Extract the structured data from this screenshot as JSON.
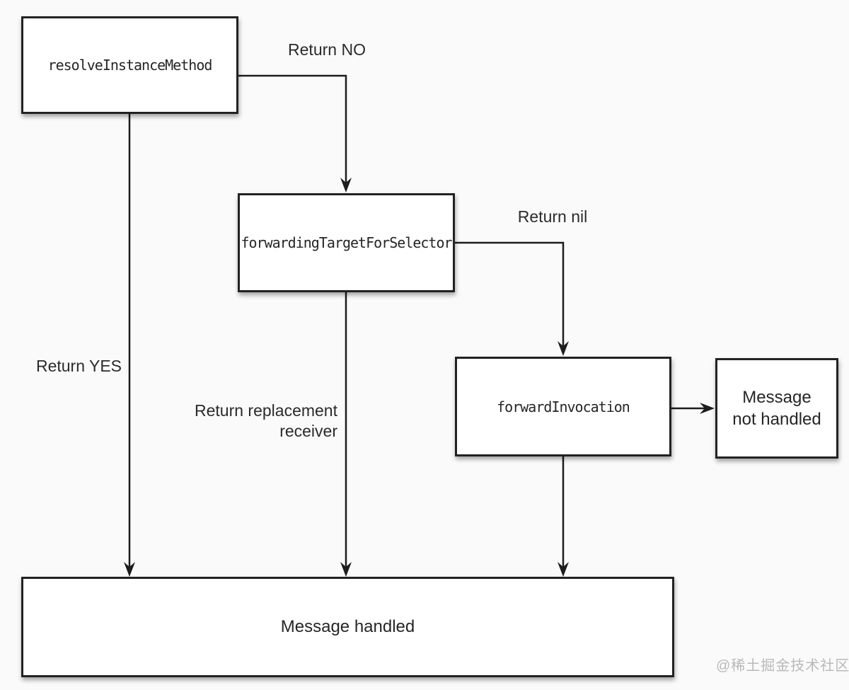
{
  "nodes": {
    "resolve_instance_method": {
      "label": "resolveInstanceMethod"
    },
    "forwarding_target_for_selector": {
      "label": "forwardingTargetForSelector"
    },
    "forward_invocation": {
      "label": "forwardInvocation"
    },
    "message_not_handled": {
      "line1": "Message",
      "line2": "not handled"
    },
    "message_handled": {
      "label": "Message handled"
    }
  },
  "edge_labels": {
    "return_no": "Return NO",
    "return_yes": "Return YES",
    "return_nil": "Return nil",
    "return_replacement": {
      "line1": "Return replacement",
      "line2": "receiver"
    }
  },
  "edges": [
    {
      "from": "resolveInstanceMethod",
      "label": "Return NO",
      "to": "forwardingTargetForSelector"
    },
    {
      "from": "resolveInstanceMethod",
      "label": "Return YES",
      "to": "Message handled"
    },
    {
      "from": "forwardingTargetForSelector",
      "label": "Return nil",
      "to": "forwardInvocation"
    },
    {
      "from": "forwardingTargetForSelector",
      "label": "Return replacement receiver",
      "to": "Message handled"
    },
    {
      "from": "forwardInvocation",
      "label": "",
      "to": "Message not handled"
    },
    {
      "from": "forwardInvocation",
      "label": "",
      "to": "Message handled"
    }
  ],
  "watermark": {
    "text": "@稀土掘金技术社区"
  },
  "colors": {
    "line": "#1d1d1d",
    "box_border": "#222222",
    "box_fill": "#ffffff",
    "background": "#fafafa",
    "watermark": "#b9b9b9"
  }
}
